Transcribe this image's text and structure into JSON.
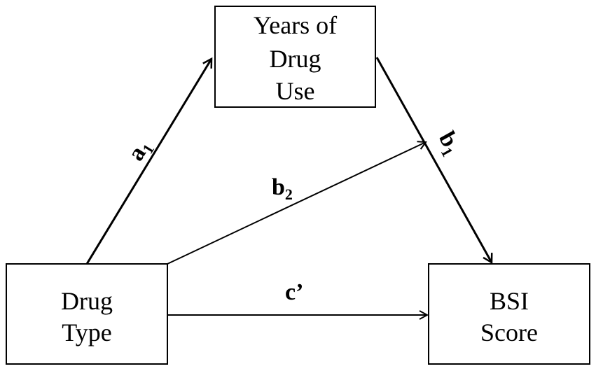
{
  "nodes": {
    "years": {
      "line1": "Years of",
      "line2": "Drug",
      "line3": "Use"
    },
    "drug_type": {
      "line1": "Drug",
      "line2": "Type"
    },
    "bsi": {
      "line1": "BSI",
      "line2": "Score"
    }
  },
  "paths": {
    "a1": {
      "base": "a",
      "sub": "1"
    },
    "b1": {
      "base": "b",
      "sub": "1"
    },
    "b2": {
      "base": "b",
      "sub": "2"
    },
    "c_prime": {
      "text": "c’"
    }
  }
}
